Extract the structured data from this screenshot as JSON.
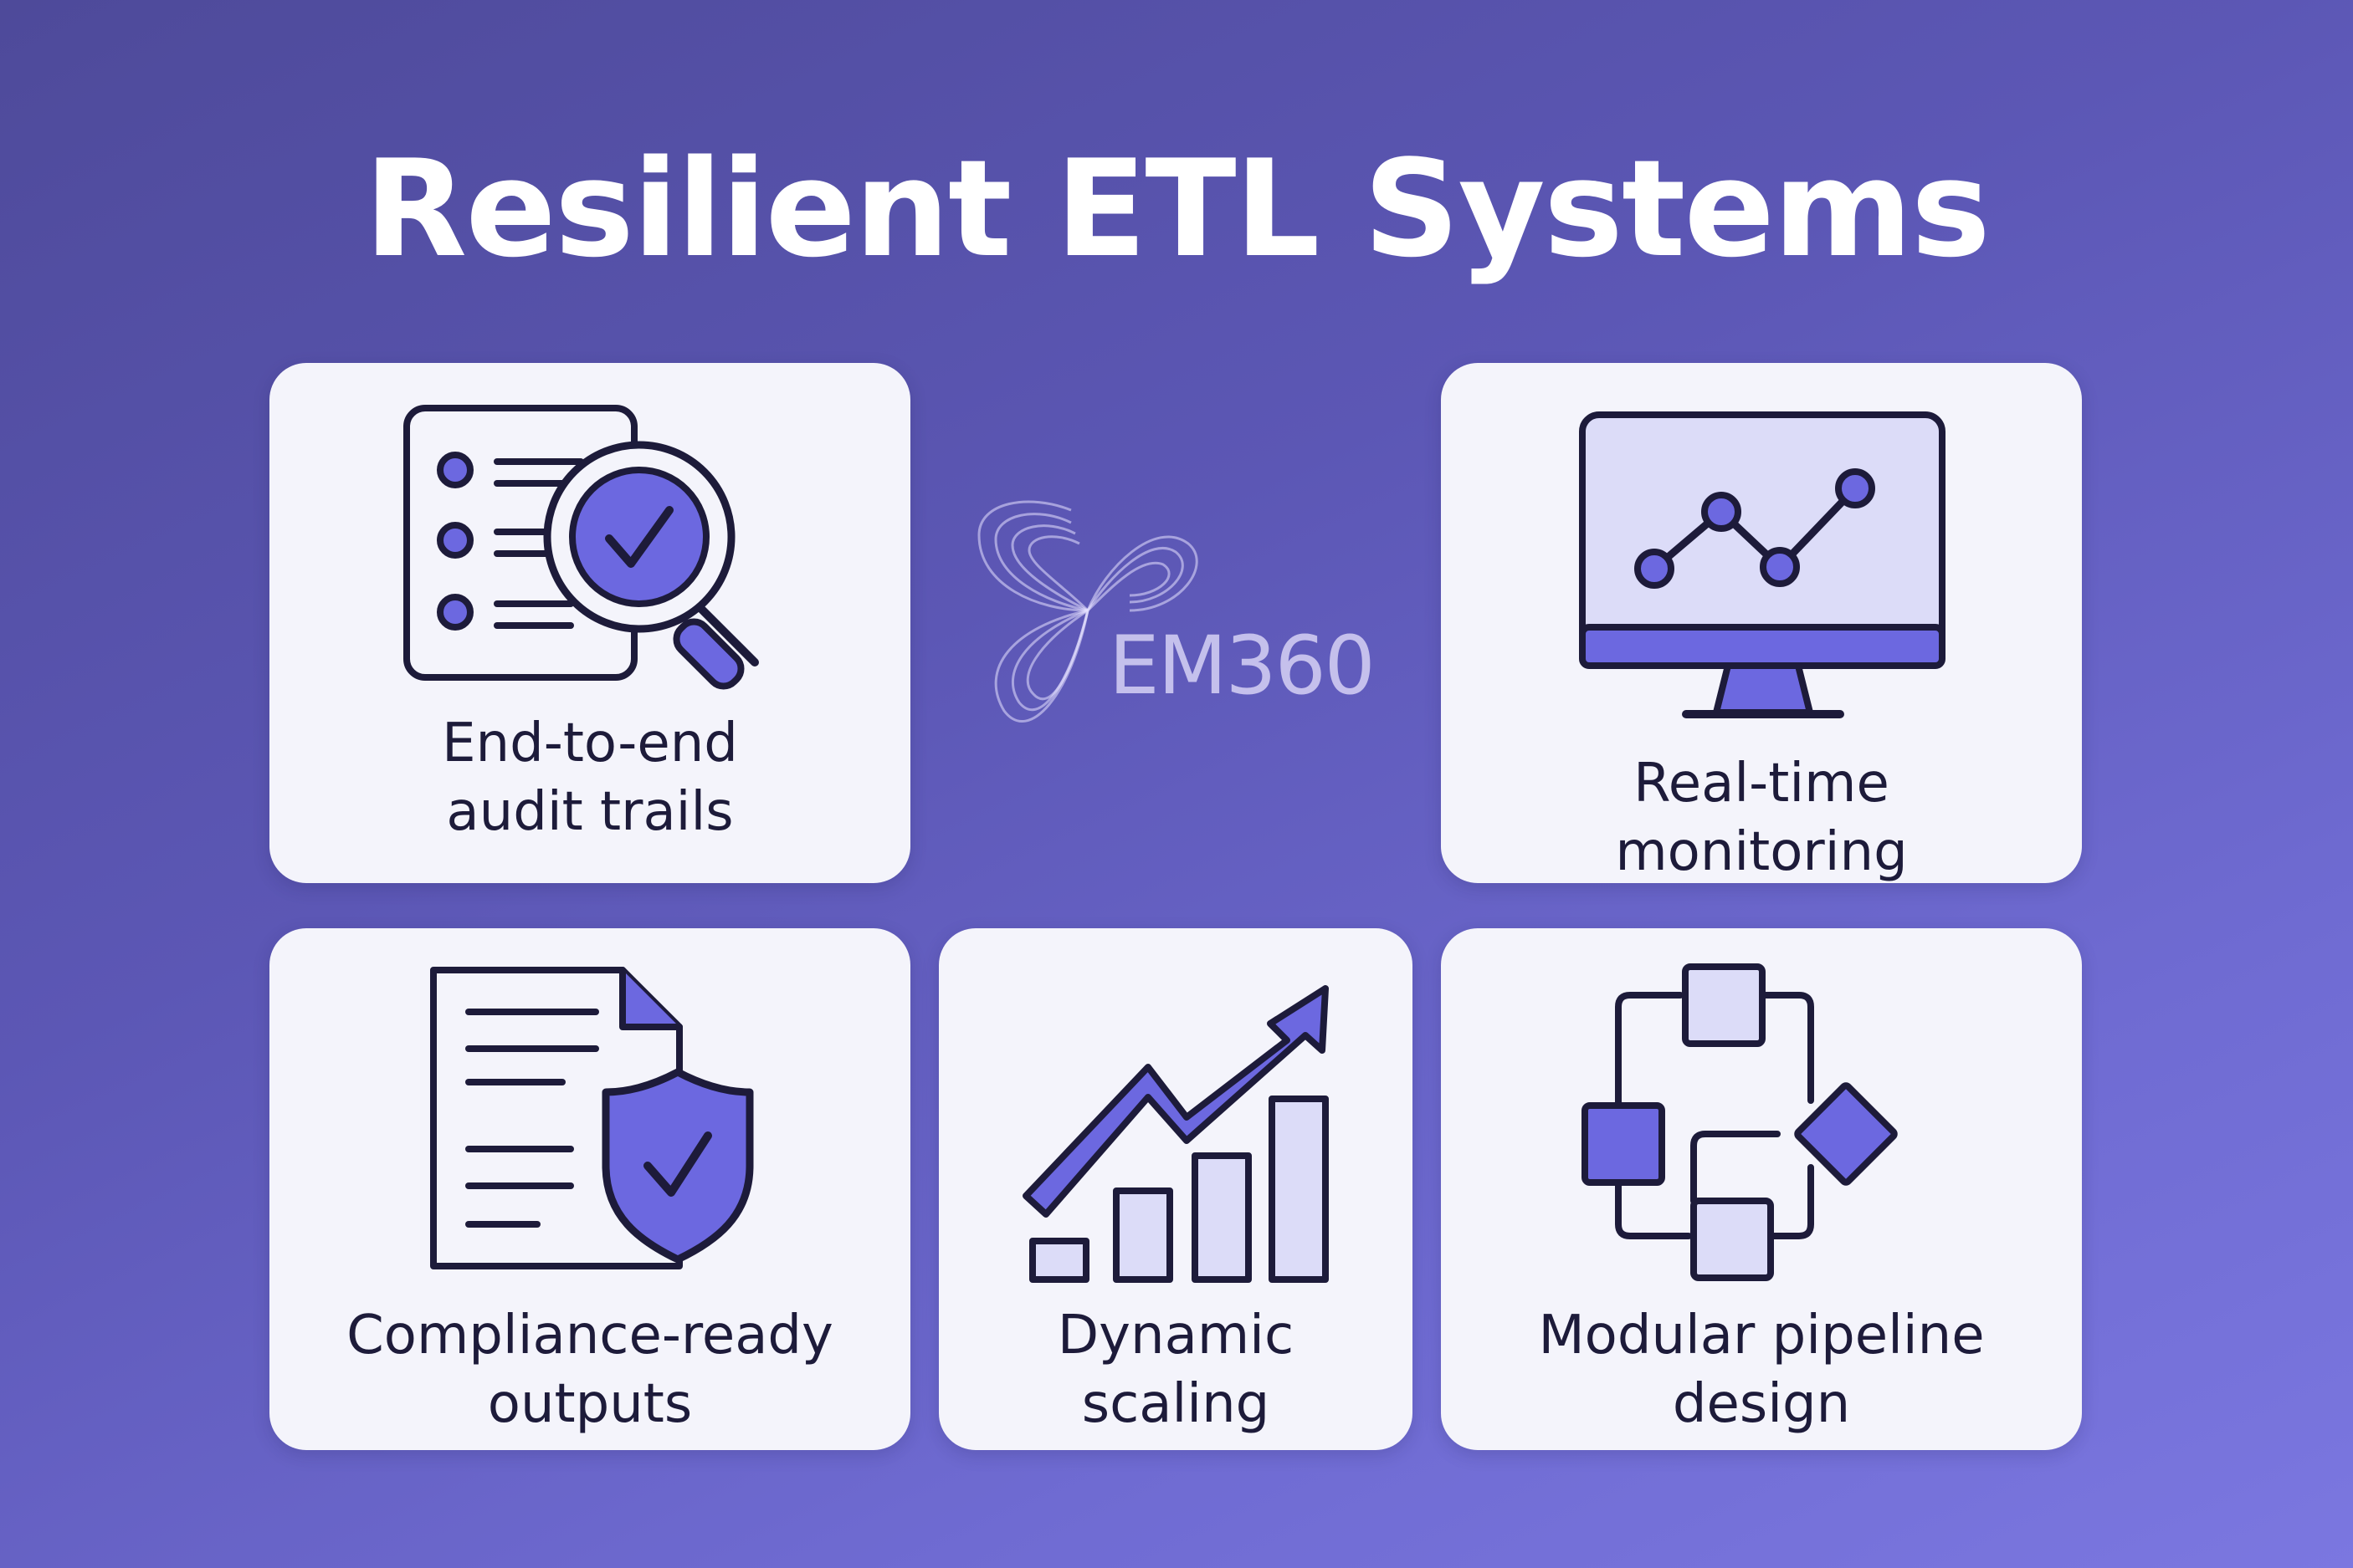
{
  "title": "Resilient ETL Systems",
  "colors": {
    "background_start": "#4e4a9a",
    "background_end": "#7b77e0",
    "card": "#f4f4fb",
    "accent": "#6c68e0",
    "accent_light": "#dcdcf8",
    "outline": "#1d1b3a",
    "text": "#1d1b3a"
  },
  "watermark": {
    "text": "EM360"
  },
  "cards": [
    {
      "label": "End-to-end\naudit trails",
      "icon": "audit-document-magnifier-icon"
    },
    {
      "label": "Real-time\nmonitoring",
      "icon": "monitor-line-chart-icon"
    },
    {
      "label": "Compliance-ready\noutputs",
      "icon": "document-shield-icon"
    },
    {
      "label": "Dynamic\nscaling",
      "icon": "bar-chart-growth-arrow-icon"
    },
    {
      "label": "Modular pipeline\ndesign",
      "icon": "flowchart-blocks-icon"
    }
  ]
}
